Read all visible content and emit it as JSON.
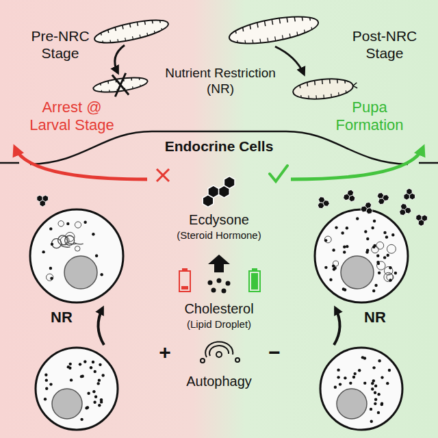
{
  "diagram": {
    "labels": [
      "Pre-NRC Stage",
      "Post-NRC Stage",
      "Nutrient Restriction (NR)",
      "Arrest @ Larval Stage",
      "Pupa Formation",
      "Endocrine Cells",
      "Ecdysone",
      "(Steroid Hormone)",
      "Cholesterol",
      "(Lipid Droplet)",
      "+",
      "Autophagy",
      "−",
      "NR",
      "NR"
    ]
  }
}
